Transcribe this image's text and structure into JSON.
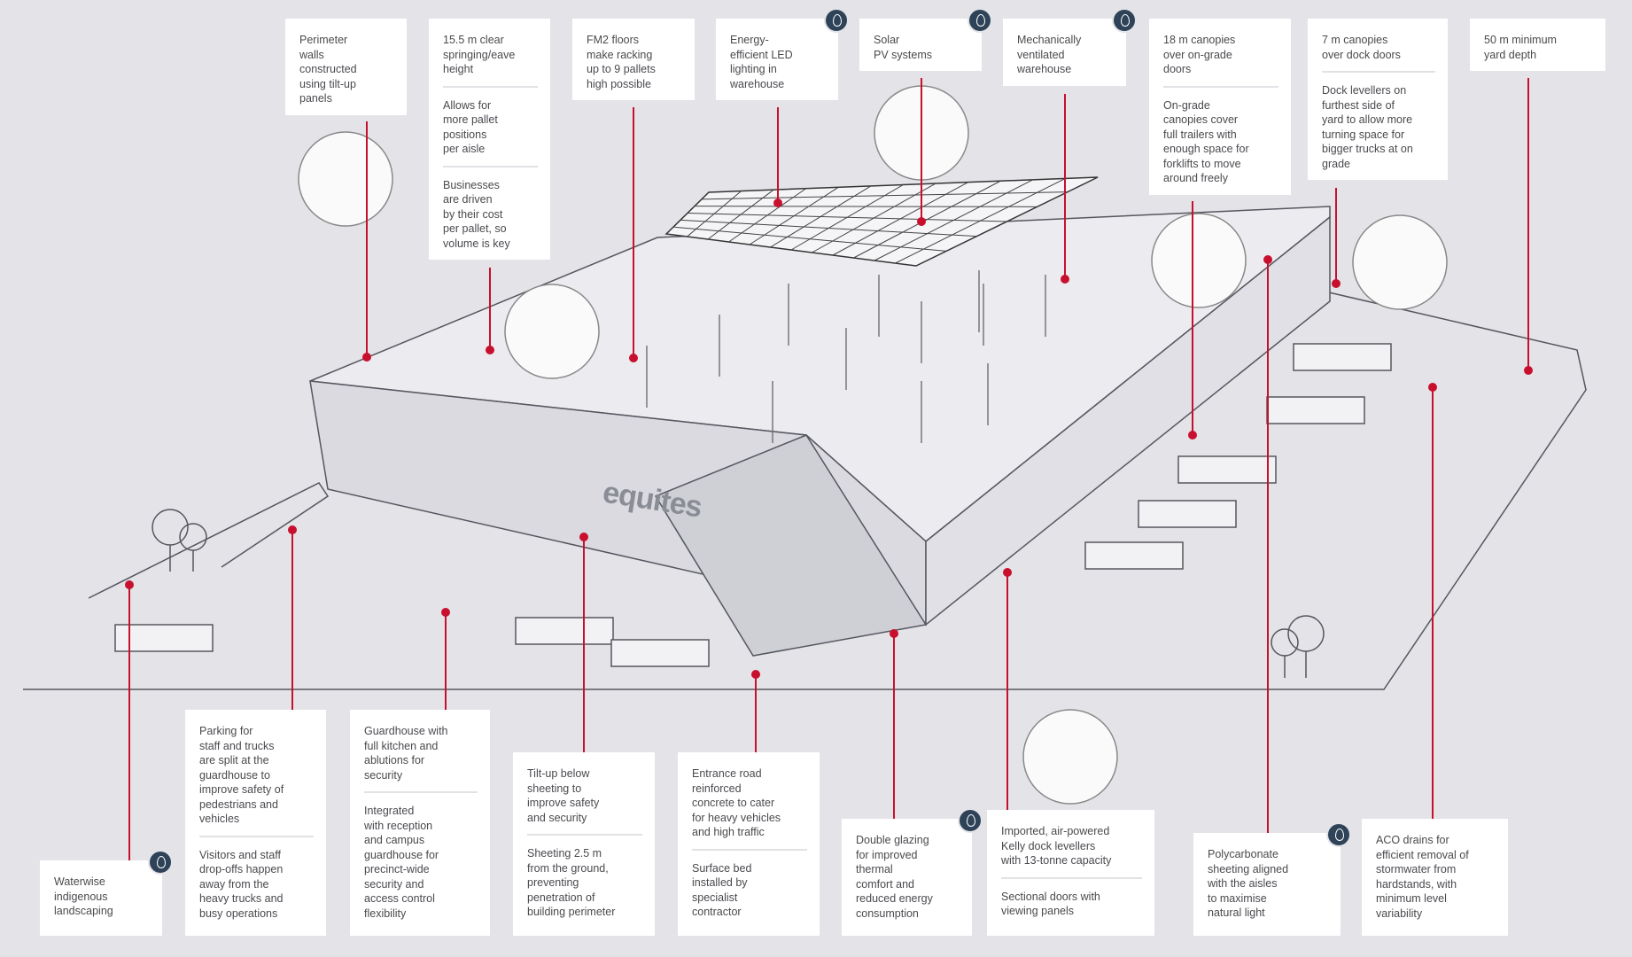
{
  "logo_text": "equites",
  "colors": {
    "background": "#e4e3e8",
    "leader": "#c8102e",
    "icon": "#2f4358",
    "card": "#ffffff"
  },
  "top_cards": [
    {
      "paras": [
        "Perimeter\nwalls\nconstructed\nusing tilt-up\npanels"
      ]
    },
    {
      "paras": [
        "15.5 m clear\nspringing/eave\nheight",
        "Allows for\nmore pallet\npositions\nper aisle",
        "Businesses\nare driven\nby their cost\nper pallet, so\nvolume is key"
      ]
    },
    {
      "paras": [
        "FM2 floors\nmake racking\nup to 9 pallets\nhigh possible"
      ]
    },
    {
      "paras": [
        "Energy-\nefficient LED\nlighting in\nwarehouse"
      ],
      "icon": "leaf-icon"
    },
    {
      "paras": [
        "Solar\nPV systems"
      ],
      "icon": "leaf-icon"
    },
    {
      "paras": [
        "Mechanically\nventilated\nwarehouse"
      ],
      "icon": "leaf-icon"
    },
    {
      "paras": [
        "18 m canopies\nover on-grade\ndoors",
        "On-grade\ncanopies cover\nfull trailers with\nenough space for\nforklifts to move\naround freely"
      ]
    },
    {
      "paras": [
        "7 m canopies\nover dock doors",
        "Dock levellers on\nfurthest side of\nyard to allow more\nturning space for\nbigger trucks at on\ngrade"
      ]
    },
    {
      "paras": [
        "50 m minimum\nyard depth"
      ]
    }
  ],
  "bottom_cards": [
    {
      "paras": [
        "Waterwise\nindigenous\nlandscaping"
      ],
      "icon": "leaf-icon"
    },
    {
      "paras": [
        "Parking for\nstaff and trucks\nare split at the\nguardhouse to\nimprove safety of\npedestrians and\nvehicles",
        "Visitors and staff\ndrop-offs happen\naway from the\nheavy trucks and\nbusy operations"
      ]
    },
    {
      "paras": [
        "Guardhouse with\nfull kitchen and\nablutions for\nsecurity",
        "Integrated\nwith reception\nand campus\nguardhouse for\nprecinct-wide\nsecurity and\naccess control\nflexibility"
      ]
    },
    {
      "paras": [
        "Tilt-up below\nsheeting to\nimprove safety\nand security",
        "Sheeting 2.5 m\nfrom the ground,\npreventing\npenetration of\nbuilding perimeter"
      ]
    },
    {
      "paras": [
        "Entrance road\nreinforced\nconcrete to cater\nfor heavy vehicles\nand high traffic",
        "Surface bed\ninstalled by\nspecialist\ncontractor"
      ]
    },
    {
      "paras": [
        "Double glazing\nfor improved\nthermal\ncomfort and\nreduced energy\nconsumption"
      ],
      "icon": "leaf-icon"
    },
    {
      "paras": [
        "Imported, air-powered\nKelly dock levellers\nwith 13-tonne capacity",
        "Sectional doors with\nviewing panels"
      ]
    },
    {
      "paras": [
        "Polycarbonate\nsheeting aligned\nwith the aisles\nto maximise\nnatural light"
      ],
      "icon": "leaf-icon"
    },
    {
      "paras": [
        "ACO drains for\nefficient removal of\nstormwater from\nhardstands, with\nminimum level\nvariability"
      ]
    }
  ]
}
